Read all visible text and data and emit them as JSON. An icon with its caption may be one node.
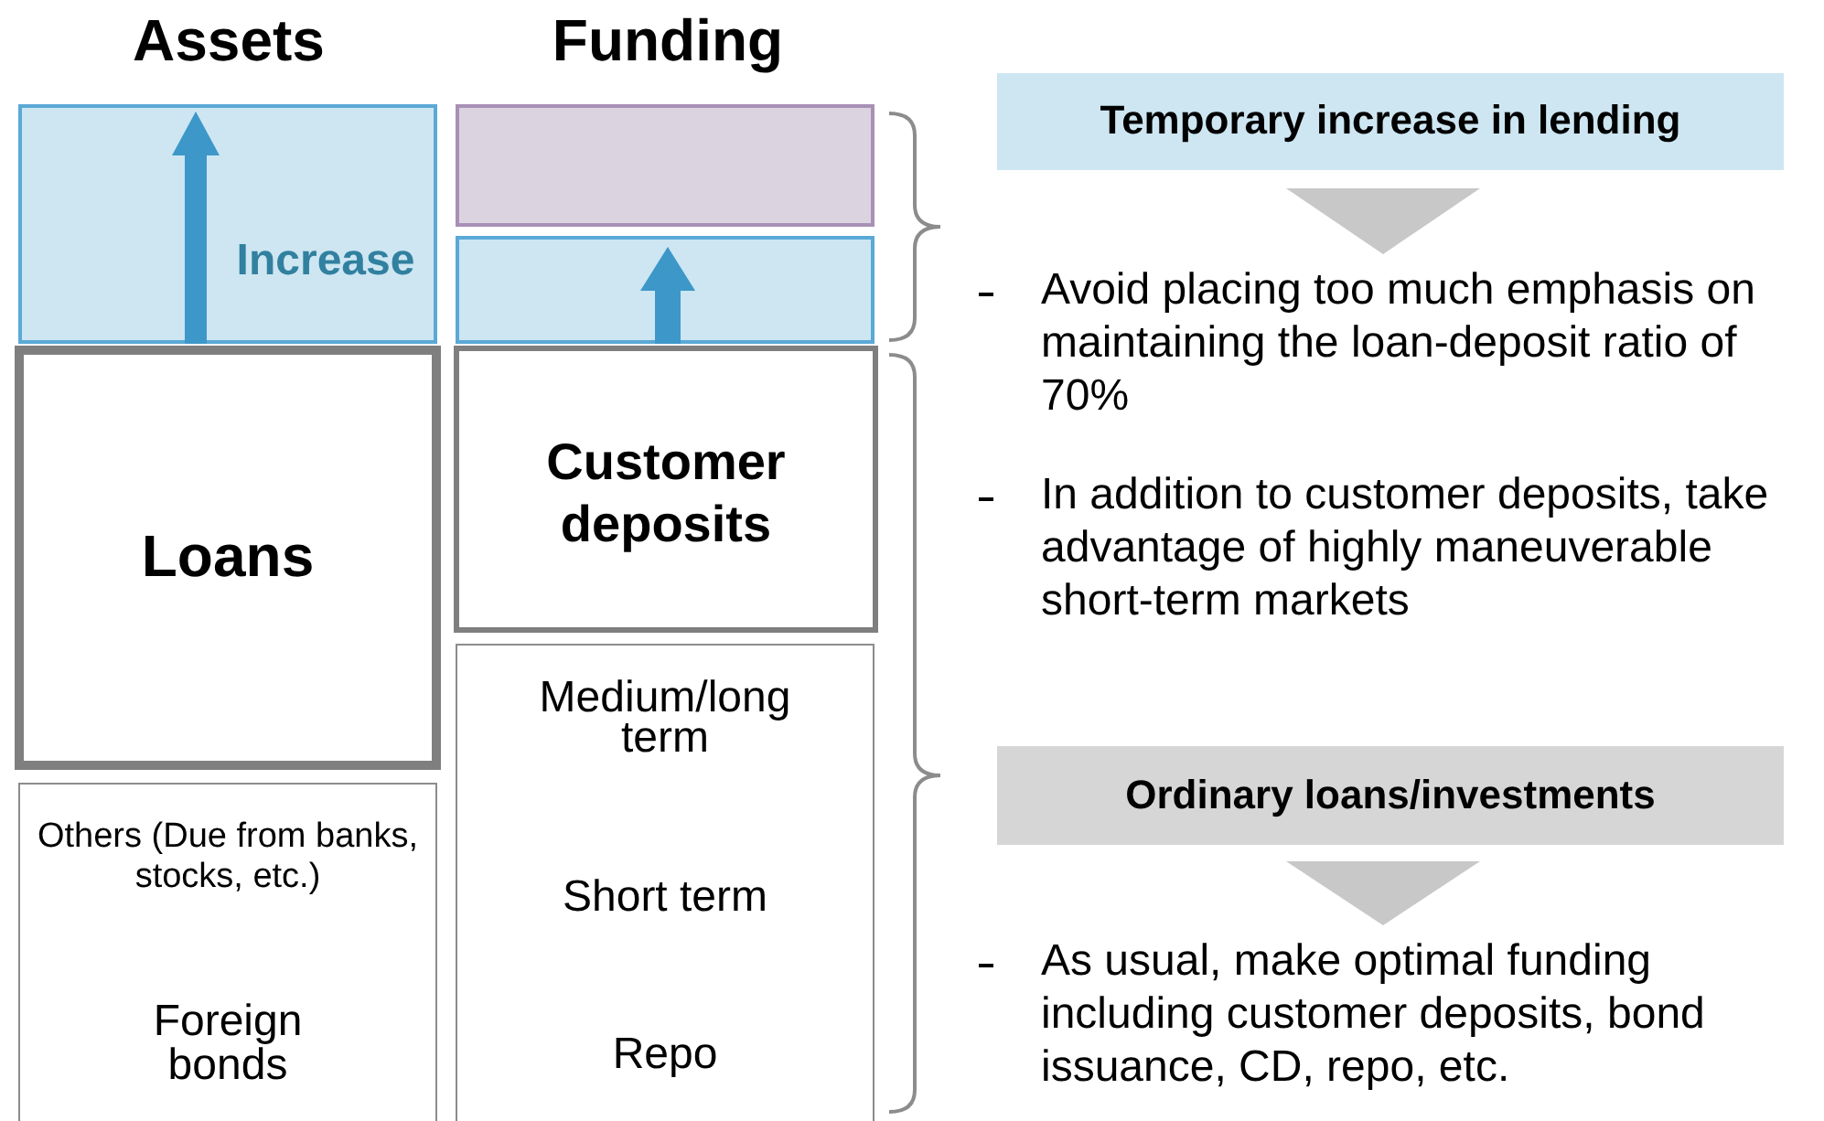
{
  "diagram": {
    "nodes": [
      {
        "text": [
          "Increase"
        ]
      },
      {
        "text": [
          "Loans"
        ]
      },
      {
        "text": [
          "Others (Due from banks, stocks, etc.)",
          "Foreign bonds"
        ]
      },
      {
        "text": [],
        "shape": "box"
      },
      {
        "text": [],
        "shape": "box"
      },
      {
        "text": [
          "Customer deposits"
        ]
      },
      {
        "text": [
          "Medium/long term",
          "Short term",
          "Repo"
        ]
      },
      {
        "text": [
          "Temporary increase in lending"
        ]
      },
      {
        "text": [
          "Ordinary loans/investments"
        ]
      },
      {
        "text": [],
        "shape": "triangle"
      },
      {
        "text": [],
        "shape": "triangle"
      }
    ],
    "labels": [
      "Assets",
      "Funding",
      "Avoid placing too much emphasis on maintaining the loan-deposit ratio of 70%",
      "In addition to customer deposits, take advantage of highly maneuverable short-term markets",
      "As usual, make optimal funding including customer deposits, bond issuance, CD, repo, etc."
    ]
  }
}
